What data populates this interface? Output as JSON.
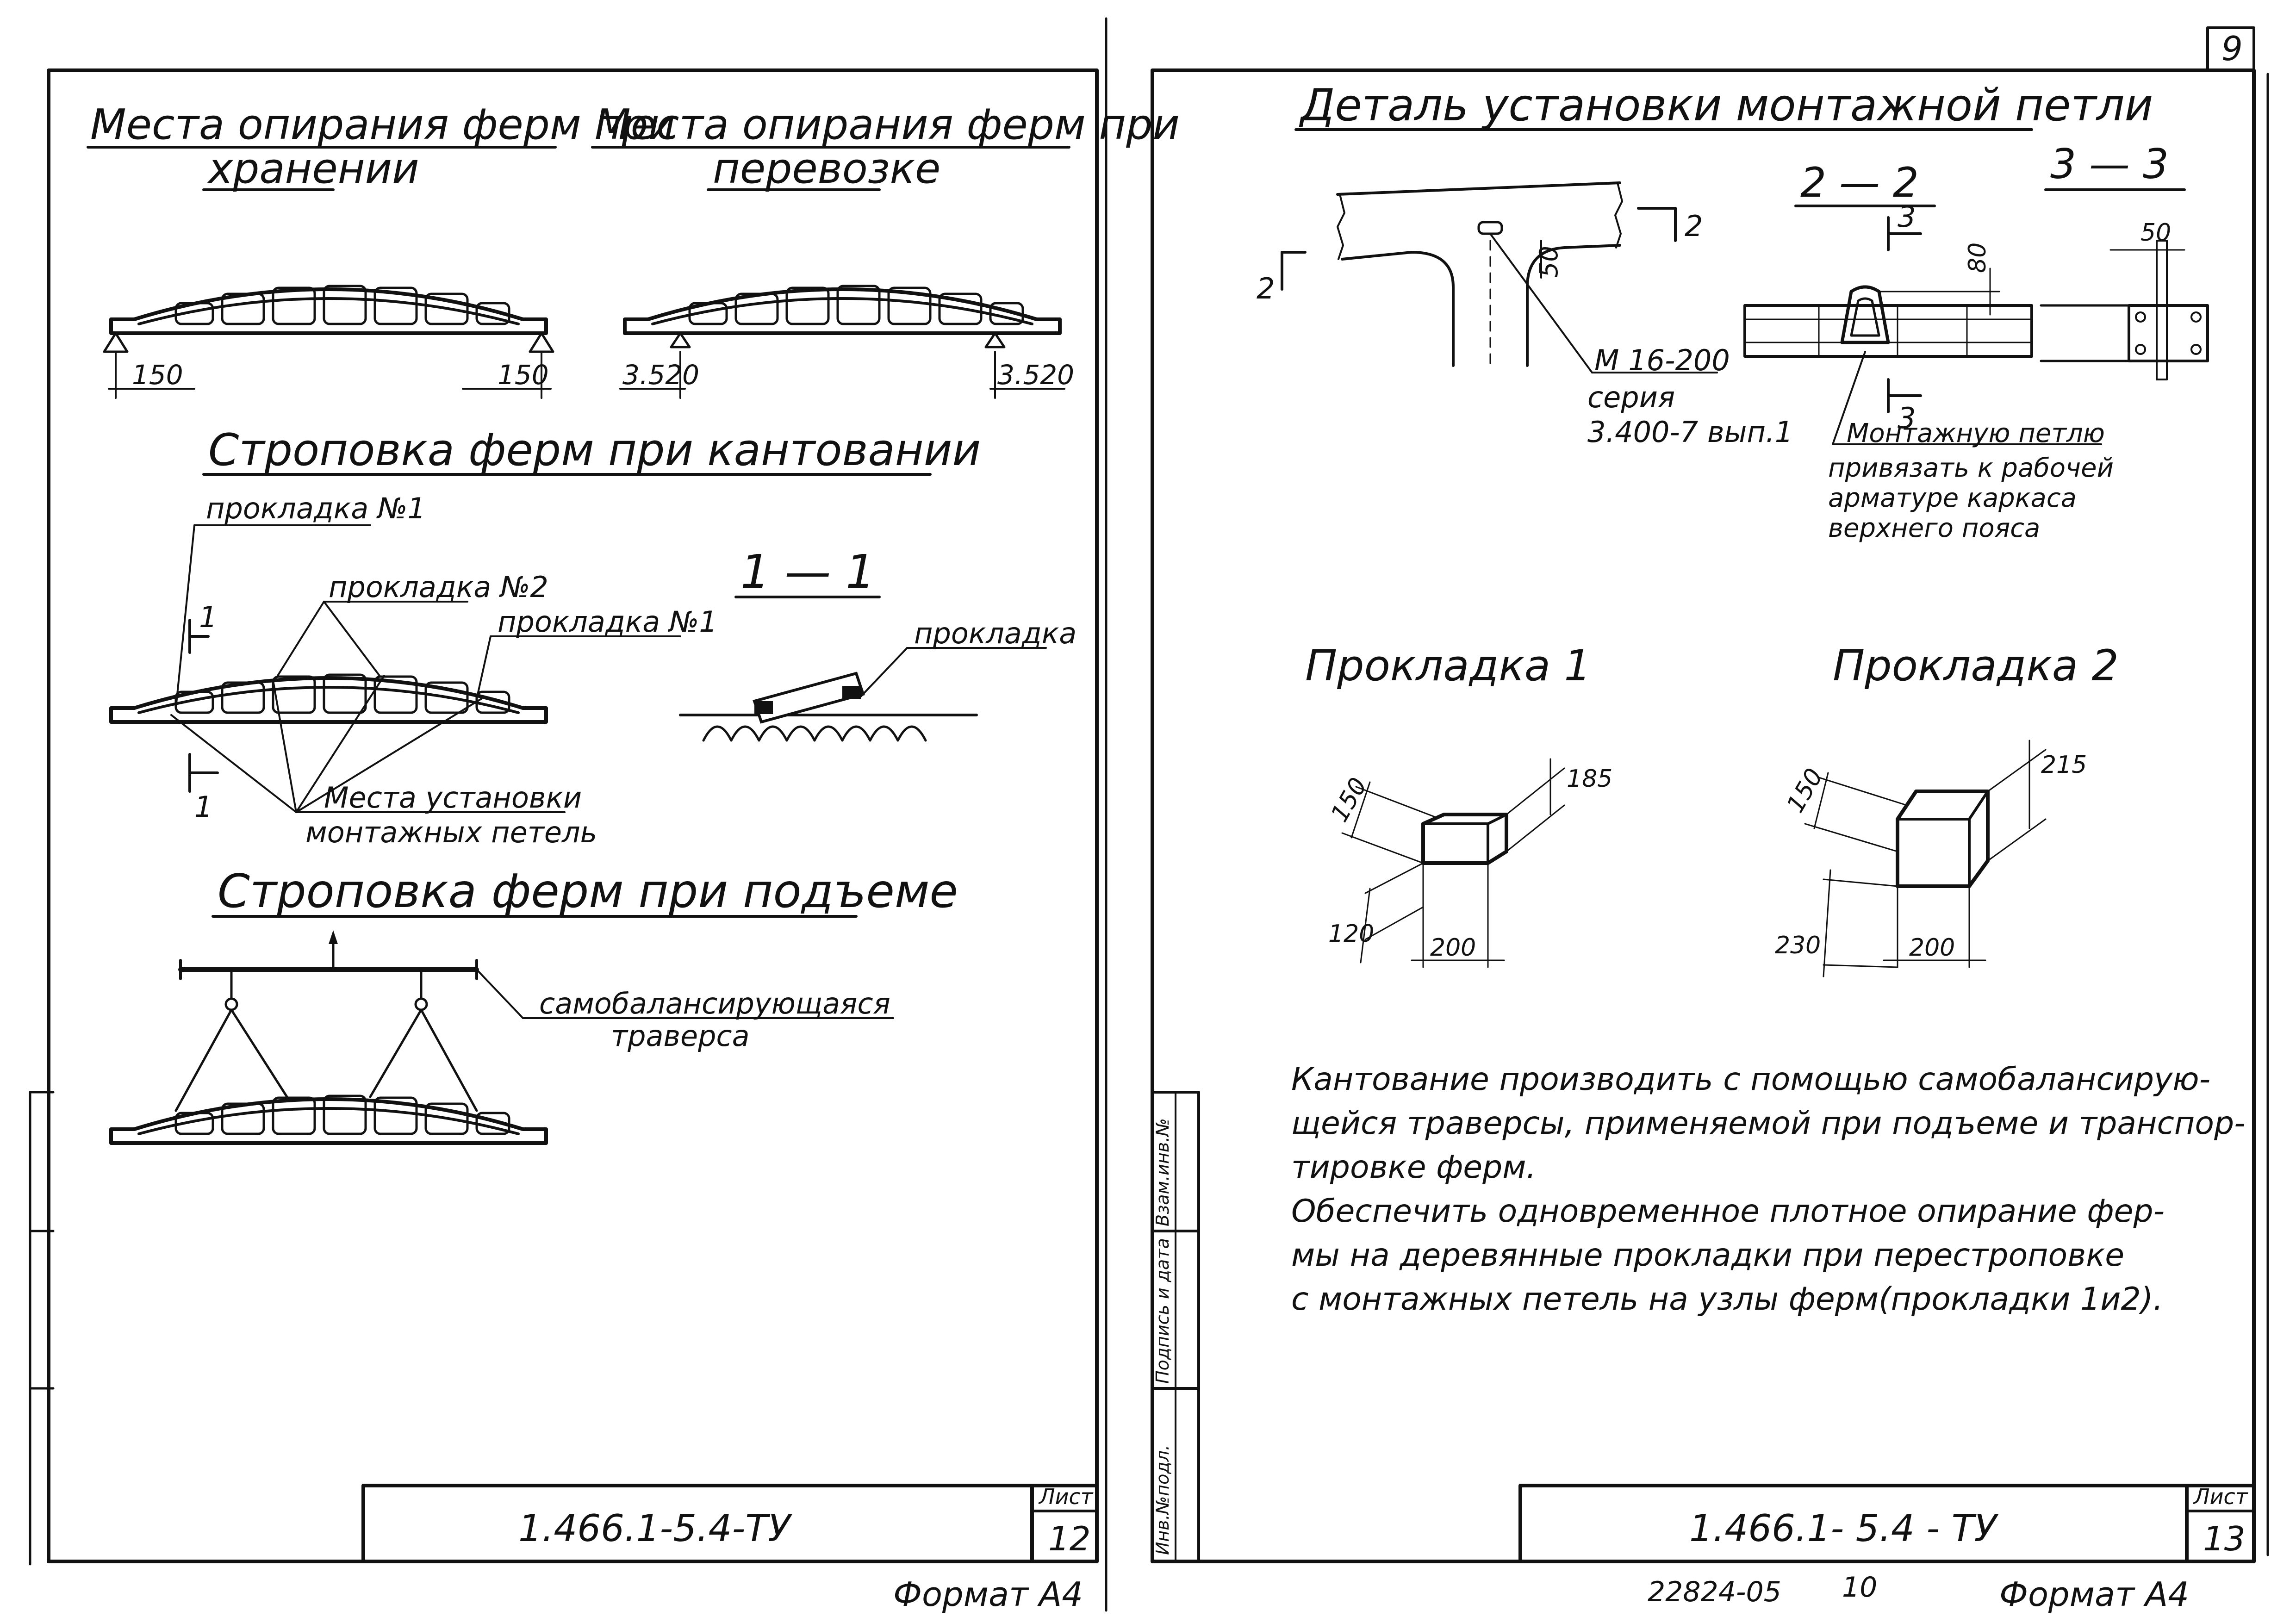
{
  "sheet_left": {
    "heading_storage_line1": "Места опирания ферм при",
    "heading_storage_line2": "хранении",
    "heading_transport_line1": "Места опирания ферм при",
    "heading_transport_line2": "перевозке",
    "dim_storage_left": "150",
    "dim_storage_right": "150",
    "dim_transport_left": "3.520",
    "dim_transport_right": "3.520",
    "heading_tilting": "Строповка ферм при кантовании",
    "label_pad1_top": "прокладка №1",
    "label_pad2": "прокладка №2",
    "label_pad1_right": "прокладка №1",
    "section_mark_top": "1",
    "section_mark_bottom": "1",
    "label_loop_places_line1": "Места установки",
    "label_loop_places_line2": "монтажных петель",
    "section_title": "1 — 1",
    "label_pad_section": "прокладка",
    "heading_lifting": "Строповка ферм при подъеме",
    "label_traverse_line1": "самобалансирующаяся",
    "label_traverse_line2": "траверса",
    "title_code": "1.466.1-5.4-ТУ",
    "sheet_label": "Лист",
    "sheet_number": "12",
    "format_label": "Формат А4"
  },
  "sheet_right": {
    "page_corner_number": "9",
    "heading_loop_detail": "Деталь установки монтажной петли",
    "section_2_title": "2 — 2",
    "section_3_title": "3 — 3",
    "section_mark_2_right": "2",
    "section_mark_2_left": "2",
    "section_mark_3_top": "3",
    "section_mark_3_bottom": "3",
    "dim_50_vertical": "50",
    "dim_80": "80",
    "dim_50_top": "50",
    "loop_mark": "М 16-200",
    "series_line1": "серия",
    "series_line2": "3.400-7 вып.1",
    "note_loop_line1": "Монтажную петлю",
    "note_loop_line2": "привязать к рабочей",
    "note_loop_line3": "арматуре каркаса",
    "note_loop_line4": "верхнего пояса",
    "pad1_title": "Прокладка 1",
    "pad2_title": "Прокладка 2",
    "pad1_dims": {
      "depth": "150",
      "height_top": "185",
      "height_side": "120",
      "width": "200"
    },
    "pad2_dims": {
      "depth": "150",
      "height_top": "215",
      "height_side": "230",
      "width": "200"
    },
    "notes": [
      "Кантование производить с помощью самобалансирую-",
      "щейся траверсы, применяемой при подъеме и транспор-",
      "тировке ферм.",
      "Обеспечить одновременное плотное опирание фер-",
      "мы на деревянные прокладки при перестроповке",
      "с монтажных петель на узлы ферм(прокладки 1и2)."
    ],
    "side_stamp": [
      "Инв.№подл.",
      "Подпись и дата",
      "Взам.инв.№"
    ],
    "title_code": "1.466.1- 5.4 - ТУ",
    "sheet_label": "Лист",
    "sheet_number": "13",
    "bottom_number": "22824-05",
    "bottom_page": "10",
    "format_label": "Формат А4"
  }
}
